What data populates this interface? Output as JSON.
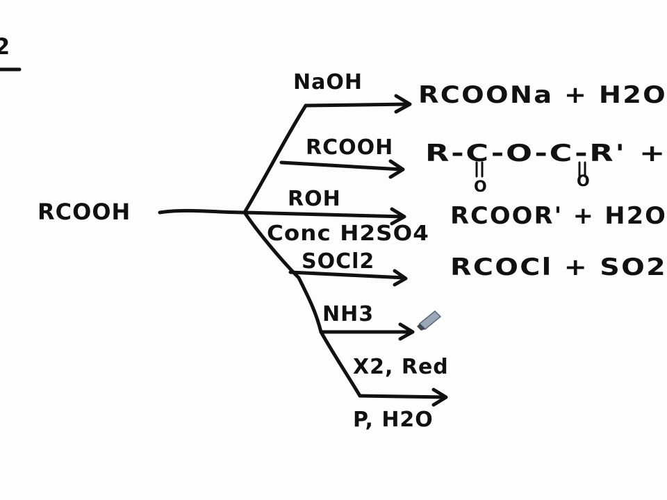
{
  "corner_mark": "2",
  "reactant": "RCOOH",
  "reagents": {
    "naoh": "NaOH",
    "rcooh": "RCOOH",
    "roh": "ROH",
    "conc_h2so4": "Conc H2SO4",
    "socl2": "SOCl2",
    "nh3": "NH3",
    "x2_red": "X2, Red",
    "p_h2o": "P, H2O"
  },
  "products": {
    "sodium_salt": "RCOONa + H2O",
    "anhydride": "R-C-O-C-R' +",
    "anhydride_carbonyl": "O",
    "ester": "RCOOR' + H2O",
    "acid_chloride": "RCOCl + SO2"
  },
  "colors": {
    "ink": "#111111",
    "background": "#fdfdfd",
    "pen_tip": "#9aa7b8"
  }
}
